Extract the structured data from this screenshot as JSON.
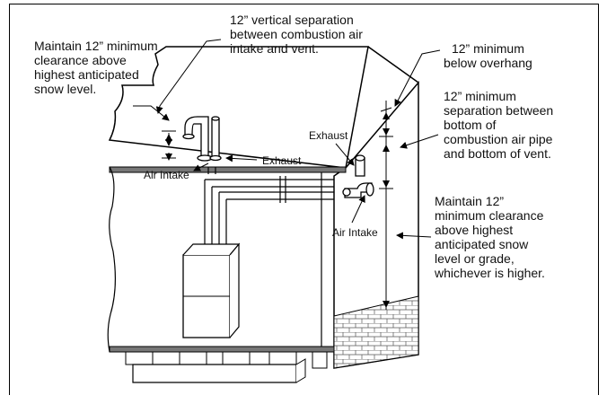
{
  "labels": {
    "snow_clearance_left": "Maintain 12” minimum\nclearance above\nhighest anticipated\nsnow level.",
    "vertical_separation": "12” vertical separation\nbetween combustion air\nintake and vent.",
    "below_overhang": "12” minimum\nbelow overhang",
    "separation_side": "12” minimum\nseparation between\nbottom of\ncombustion air pipe\nand bottom of vent.",
    "snow_clearance_right": "Maintain 12”\nminimum clearance\nabove highest\nanticipated snow\nlevel or grade,\nwhichever is higher.",
    "exhaust_roof": "Exhaust",
    "air_intake_roof": "Air Intake",
    "exhaust_side": "Exhaust",
    "air_intake_side": "Air Intake"
  }
}
